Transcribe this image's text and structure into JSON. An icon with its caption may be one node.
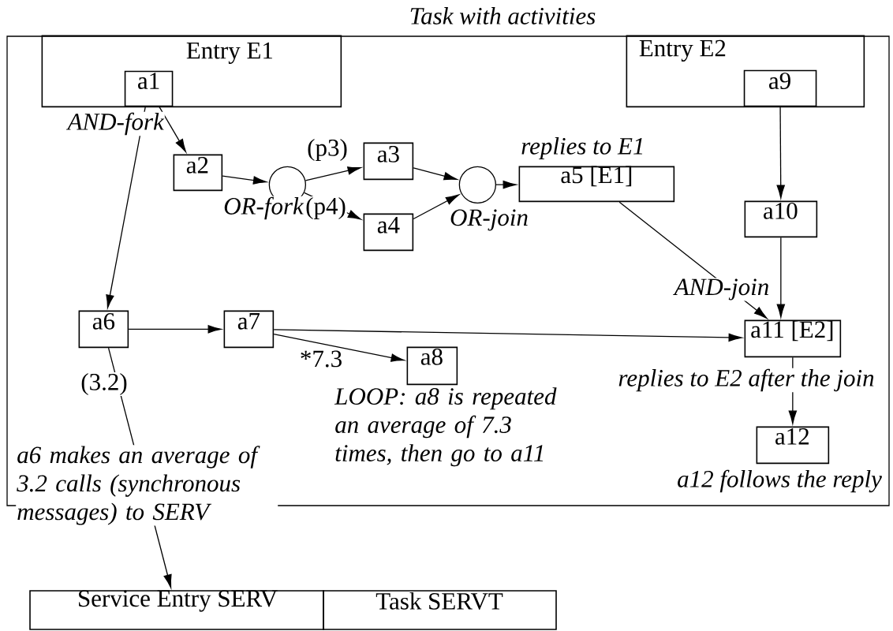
{
  "diagram": {
    "nodes": [
      {
        "text": [
          "Task with activities"
        ]
      },
      {
        "text": [
          "Entry E1"
        ],
        "in": 0
      },
      {
        "text": [
          "a1"
        ],
        "in": 1,
        "beside": [
          "AND-fork"
        ]
      },
      {
        "text": [
          "Entry E2"
        ],
        "in": 0
      },
      {
        "text": [
          "a9"
        ],
        "in": 3
      },
      {
        "text": [
          "a2"
        ],
        "in": 0
      },
      {
        "text": [],
        "shape": "circle",
        "in": 0,
        "beside": [
          "OR-fork"
        ]
      },
      {
        "text": [
          "a3"
        ],
        "in": 0
      },
      {
        "text": [
          "a4"
        ],
        "in": 0
      },
      {
        "text": [],
        "shape": "circle",
        "in": 0,
        "beside": [
          "OR-join"
        ]
      },
      {
        "text": [
          "a5 [E1]"
        ],
        "in": 0,
        "beside": [
          "replies to E1"
        ]
      },
      {
        "text": [
          "a10"
        ],
        "in": 0
      },
      {
        "text": [
          "a6"
        ],
        "in": 0
      },
      {
        "text": [
          "a7"
        ],
        "in": 0
      },
      {
        "text": [
          "a8"
        ],
        "in": 0,
        "beside": [
          "LOOP: a8 is repeated an average of 7.3 times, then go to a11"
        ]
      },
      {
        "text": [
          "a11 [E2]"
        ],
        "in": 0,
        "beside": [
          "AND-join",
          "replies to E2 after the join"
        ]
      },
      {
        "text": [
          "a12"
        ],
        "in": 0,
        "beside": [
          "a12 follows the reply"
        ]
      },
      {
        "text": [
          "Service Entry SERV"
        ]
      },
      {
        "text": [
          "Task SERVT"
        ]
      }
    ],
    "edges": [
      {
        "from": 2,
        "to": 5,
        "arrow": "to"
      },
      {
        "from": 2,
        "to": 12,
        "arrow": "to"
      },
      {
        "from": 5,
        "to": 6,
        "arrow": "to"
      },
      {
        "from": 6,
        "to": 7,
        "arrow": "to",
        "label": "(p3)"
      },
      {
        "from": 6,
        "to": 8,
        "arrow": "to",
        "label": "(p4)"
      },
      {
        "from": 7,
        "to": 9,
        "arrow": "to"
      },
      {
        "from": 8,
        "to": 9,
        "arrow": "to"
      },
      {
        "from": 9,
        "to": 10,
        "arrow": "to"
      },
      {
        "from": 10,
        "to": 15,
        "arrow": "to"
      },
      {
        "from": 4,
        "to": 11,
        "arrow": "to"
      },
      {
        "from": 11,
        "to": 15,
        "arrow": "to"
      },
      {
        "from": 12,
        "to": 13,
        "arrow": "to"
      },
      {
        "from": 13,
        "to": 15,
        "arrow": "to"
      },
      {
        "from": 13,
        "to": 14,
        "arrow": "to",
        "label": "*7.3"
      },
      {
        "from": 15,
        "to": 16,
        "arrow": "to"
      },
      {
        "from": 12,
        "to": 17,
        "arrow": "to",
        "label": "(3.2)"
      }
    ],
    "labels": [
      "a6 makes an average of 3.2 calls (synchronous messages) to SERV"
    ]
  }
}
